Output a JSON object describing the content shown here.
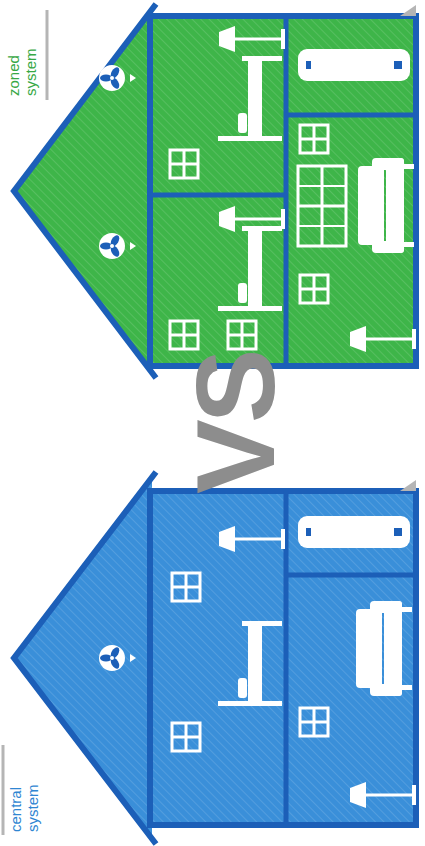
{
  "diagram": {
    "labels": [
      "central system",
      "VS",
      "zoned system"
    ]
  }
}
